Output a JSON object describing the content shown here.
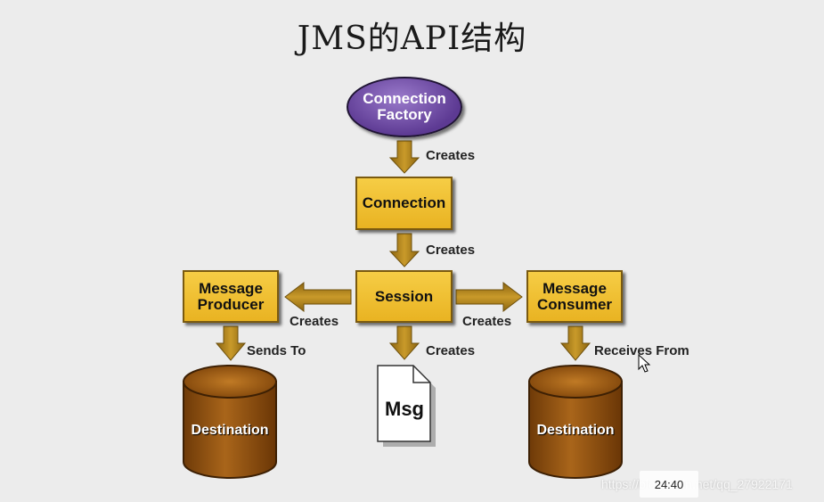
{
  "title": "JMS的API结构",
  "nodes": {
    "connection_factory": "Connection\nFactory",
    "connection": "Connection",
    "session": "Session",
    "message_producer": "Message\nProducer",
    "message_consumer": "Message\nConsumer",
    "destination_left": "Destination",
    "destination_right": "Destination",
    "msg": "Msg"
  },
  "edges": {
    "factory_to_connection": "Creates",
    "connection_to_session": "Creates",
    "session_to_producer": "Creates",
    "session_to_consumer": "Creates",
    "session_to_msg": "Creates",
    "producer_to_destination": "Sends To",
    "consumer_from_destination": "Receives From"
  },
  "overlay": {
    "timestamp": "24:40",
    "watermark": "https://blog.csdn.net/qq_27922171"
  },
  "colors": {
    "box_fill": "#f0c030",
    "oval_fill": "#6e4ba6",
    "arrow_fill": "#b28a1e",
    "cylinder_fill": "#93520f",
    "background": "#ececec"
  }
}
